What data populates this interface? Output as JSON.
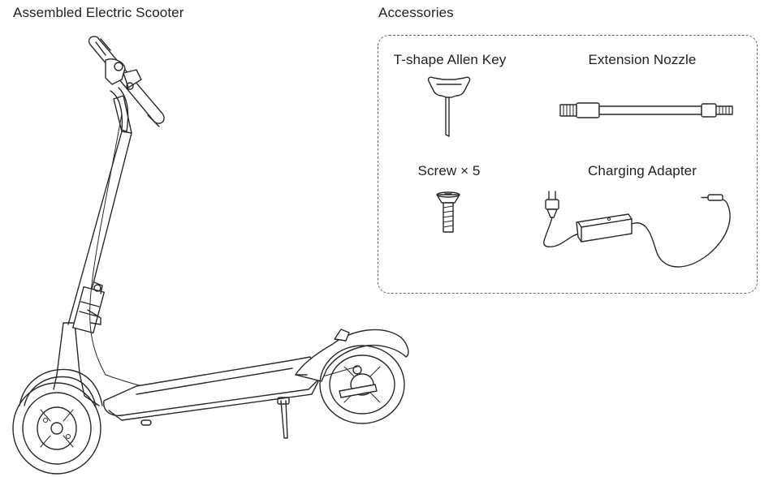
{
  "scooter": {
    "title": "Assembled Electric Scooter"
  },
  "accessories": {
    "title": "Accessories",
    "items": [
      {
        "label": "T-shape Allen Key",
        "icon": "allen-key-icon"
      },
      {
        "label": "Extension Nozzle",
        "icon": "extension-nozzle-icon"
      },
      {
        "label": "Screw × 5",
        "icon": "screw-icon"
      },
      {
        "label": "Charging Adapter",
        "icon": "charging-adapter-icon"
      }
    ]
  }
}
